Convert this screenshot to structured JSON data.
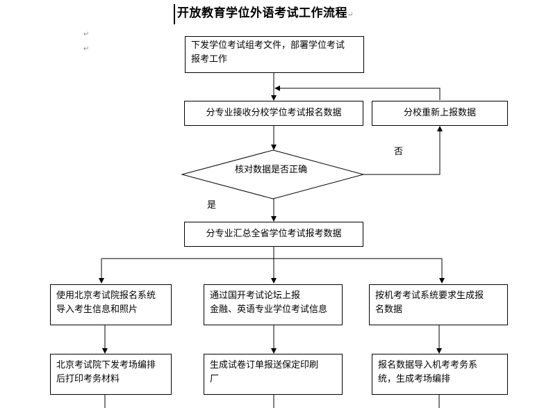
{
  "title": "开放教育学位外语考试工作流程",
  "paragraph_mark": "↵",
  "flowchart": {
    "step_issue": [
      "下发学位考试组考文件，部署学位考试",
      "报考工作"
    ],
    "step_receive": "分专业接收分校学位考试报名数据",
    "step_resubmit": "分校重新上报数据",
    "decision_check": "核对数据是否正确",
    "label_no": "否",
    "label_yes": "是",
    "step_summarize": "分专业汇总全省学位考试报考数据",
    "branch_left": [
      "使用北京考试院报名系统",
      "导入考生信息和照片"
    ],
    "branch_mid": [
      "通过国开考试论坛上报",
      "金融、英语专业学位考试信息"
    ],
    "branch_right": [
      "按机考考试系统要求生成报",
      "名数据"
    ],
    "result_left": [
      "北京考试院下发考场编排",
      "后打印考务材料"
    ],
    "result_mid": [
      "生成试卷订单报送保定印刷",
      "厂"
    ],
    "result_right": [
      "报名数据导入机考考务系",
      "统，生成考场编排"
    ]
  }
}
